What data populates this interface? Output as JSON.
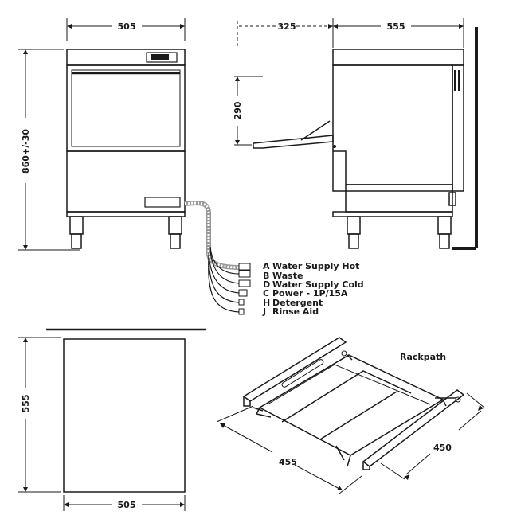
{
  "dimensions": {
    "front_width": "505",
    "front_height": "860+/-30",
    "side_door_reach": "325",
    "side_depth": "555",
    "door_height": "290",
    "plan_depth": "555",
    "plan_width": "505",
    "rack_width": "455",
    "rack_depth": "450"
  },
  "rackpath_title": "Rackpath",
  "connections": [
    {
      "code": "A",
      "label": "Water Supply Hot"
    },
    {
      "code": "B",
      "label": "Waste"
    },
    {
      "code": "D",
      "label": "Water Supply Cold"
    },
    {
      "code": "C",
      "label": "Power - 1P/15A"
    },
    {
      "code": "H",
      "label": "Detergent"
    },
    {
      "code": "J",
      "label": "Rinse Aid"
    }
  ]
}
